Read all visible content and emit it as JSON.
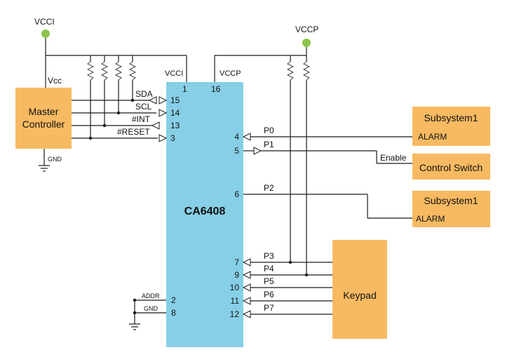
{
  "power": {
    "vcci": "VCCI",
    "vccp": "VCCP"
  },
  "master": {
    "line1": "Master",
    "line2": "Controller",
    "vcc": "Vcc",
    "gnd": "GND"
  },
  "chip": {
    "name": "CA6408",
    "vcci_label": "VCCI",
    "vccp_label": "VCCP",
    "pin_vcci": "1",
    "pin_vccp": "16",
    "addr_label": "ADDR",
    "gnd_label": "GND",
    "pin_addr": "2",
    "pin_gnd": "8"
  },
  "bus": [
    {
      "name": "SDA",
      "pin": "15"
    },
    {
      "name": "SCL",
      "pin": "14"
    },
    {
      "name": "#INT",
      "pin": "13"
    },
    {
      "name": "#RESET",
      "pin": "3"
    }
  ],
  "ports": [
    {
      "name": "P0",
      "pin": "4"
    },
    {
      "name": "P1",
      "pin": "5"
    },
    {
      "name": "P2",
      "pin": "6"
    },
    {
      "name": "P3",
      "pin": "7"
    },
    {
      "name": "P4",
      "pin": "9"
    },
    {
      "name": "P5",
      "pin": "10"
    },
    {
      "name": "P6",
      "pin": "11"
    },
    {
      "name": "P7",
      "pin": "12"
    }
  ],
  "subsystem1": {
    "title": "Subsystem1",
    "signal": "ALARM"
  },
  "control_switch": {
    "title": "Control Switch",
    "enable": "Enable"
  },
  "subsystem2": {
    "title": "Subsystem1",
    "signal": "ALARM"
  },
  "keypad": {
    "title": "Keypad"
  },
  "colors": {
    "chip": "#87cfe6",
    "block": "#f7ba62",
    "power_dot": "#8bc34a"
  }
}
